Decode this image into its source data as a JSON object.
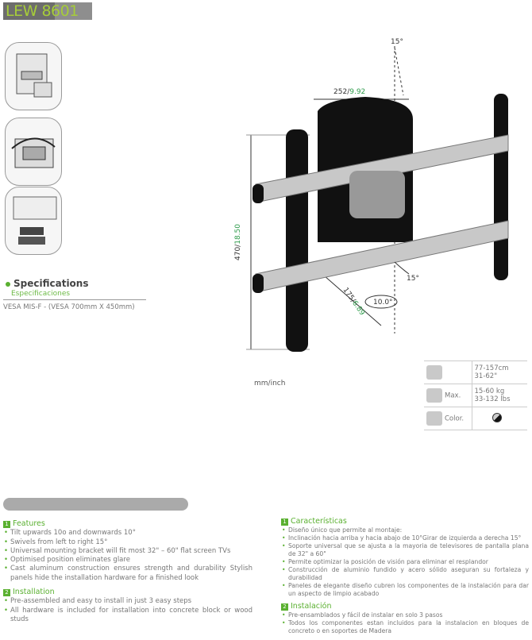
{
  "header": {
    "model_prefix": "LEW",
    "model_number": "8601"
  },
  "specifications": {
    "title": "Specifications",
    "subtitle": "Especificaciones",
    "vesa": "VESA MIS-F - (VESA  700mm X 450mm)"
  },
  "diagram": {
    "tilt_top": "15°",
    "width_mm": "252",
    "width_in": "9.92",
    "height_mm": "470",
    "height_in": "18.50",
    "depth_mm": "175",
    "depth_in": "6.89",
    "swivel": "15°",
    "tilt": "10.0°",
    "units": "mm/inch"
  },
  "spec_table": [
    {
      "icon": "screen-size-icon",
      "label": "",
      "value1": "77-157cm",
      "value2": "31-62\""
    },
    {
      "icon": "weight-icon",
      "label": "Max.",
      "value1": "15-60 kg",
      "value2": "33-132 lbs"
    },
    {
      "icon": "palette-icon",
      "label": "Color.",
      "value1": "",
      "value2": ""
    }
  ],
  "colors": {
    "accent": "#5ab030",
    "logo_green": "#a6cc3a"
  },
  "english": {
    "features_num": "1",
    "features_title": "Features",
    "features": [
      "Tilt upwards 10o and downwards 10°",
      "Swivels from left to right 15°",
      "Universal mounting bracket will fit most 32\" – 60\" flat screen TVs",
      "Optimised position eliminates glare",
      "Cast aluminum construction ensures strength and durability Stylish panels hide the installation hardware for a finished look"
    ],
    "installation_num": "2",
    "installation_title": "Installation",
    "installation": [
      "Pre-assembled and easy to install in just 3 easy steps",
      "All hardware is included for installation into concrete block or wood studs"
    ]
  },
  "spanish": {
    "features_num": "1",
    "features_title": "Características",
    "features": [
      "Diseño único que permite al montaje:",
      "Inclinación hacia arriba y hacia abajo de 10°Girar de izquierda a derecha 15°",
      "Soporte universal que se ajusta a la mayoria de televisores de pantalla plana de 32\" a 60\"",
      "Permite optimizar la posición de visión para eliminar el resplandor",
      "Construcción de aluminio fundido y acero sólido aseguran su fortaleza y durabilidad",
      "Paneles de elegante diseño cubren los componentes de la instalación para dar un aspecto de limpio acabado"
    ],
    "installation_num": "2",
    "installation_title": "Instalación",
    "installation": [
      "Pre-ensamblados y fácil de instalar en solo 3 pasos",
      "Todos los componentes estan incluidos para la instalacion en bloques de concreto o en soportes de Madera"
    ]
  }
}
